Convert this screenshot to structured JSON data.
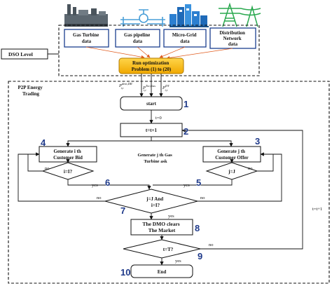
{
  "sources": [
    {
      "label_lines": [
        "Gas Turbine",
        "data"
      ],
      "icon": "gas-turbine-plant-icon"
    },
    {
      "label_lines": [
        "Gas pipeline",
        "data"
      ],
      "icon": "gas-pipeline-icon"
    },
    {
      "label_lines": [
        "Micro-Grid",
        "data"
      ],
      "icon": "micro-grid-city-icon"
    },
    {
      "label_lines": [
        "Distribution",
        "Network",
        "data"
      ],
      "icon": "transmission-tower-icon"
    }
  ],
  "dso_label": "DSO Level",
  "run_box": {
    "lines": [
      "Run optimization",
      "Problem (1) to (20)"
    ],
    "color": "#f5b400"
  },
  "p2p_label_lines": [
    "P2P Energy",
    "Trading"
  ],
  "inputs": [
    {
      "base": "P",
      "sup": "dem,DR",
      "sub": "i,t"
    },
    {
      "base": "P",
      "sup": "Tot,Gas",
      "sub": "i,t"
    },
    {
      "base": "P",
      "sup": "DT",
      "sub": "i,t"
    }
  ],
  "steps": {
    "start": "start",
    "t_init": "t=0",
    "t_inc": "t=t+1",
    "gen_bid_lines": [
      "Generate i th",
      "Customer Bid"
    ],
    "gen_offer_lines": [
      "Generate j th",
      "Customer Offer"
    ],
    "gas_ask_lines": [
      "Generate j th Gas",
      "Turbine ask"
    ],
    "cond_i": "i=I?",
    "cond_j": "j=J",
    "cond_ij_lines": [
      "j=J And",
      "i=I?"
    ],
    "dmo_lines": [
      "The DMO clears",
      "The Market"
    ],
    "cond_t": "t=T?",
    "end": "End"
  },
  "branch_labels": {
    "yes": "yes",
    "no": "no"
  },
  "loop_label": "t=t+1",
  "step_numbers": [
    "1",
    "2",
    "3",
    "4",
    "5",
    "6",
    "7",
    "8",
    "9",
    "10"
  ],
  "colors": {
    "number": "#1f3a8a",
    "run_box": "#f5b400",
    "line": "#111111"
  }
}
